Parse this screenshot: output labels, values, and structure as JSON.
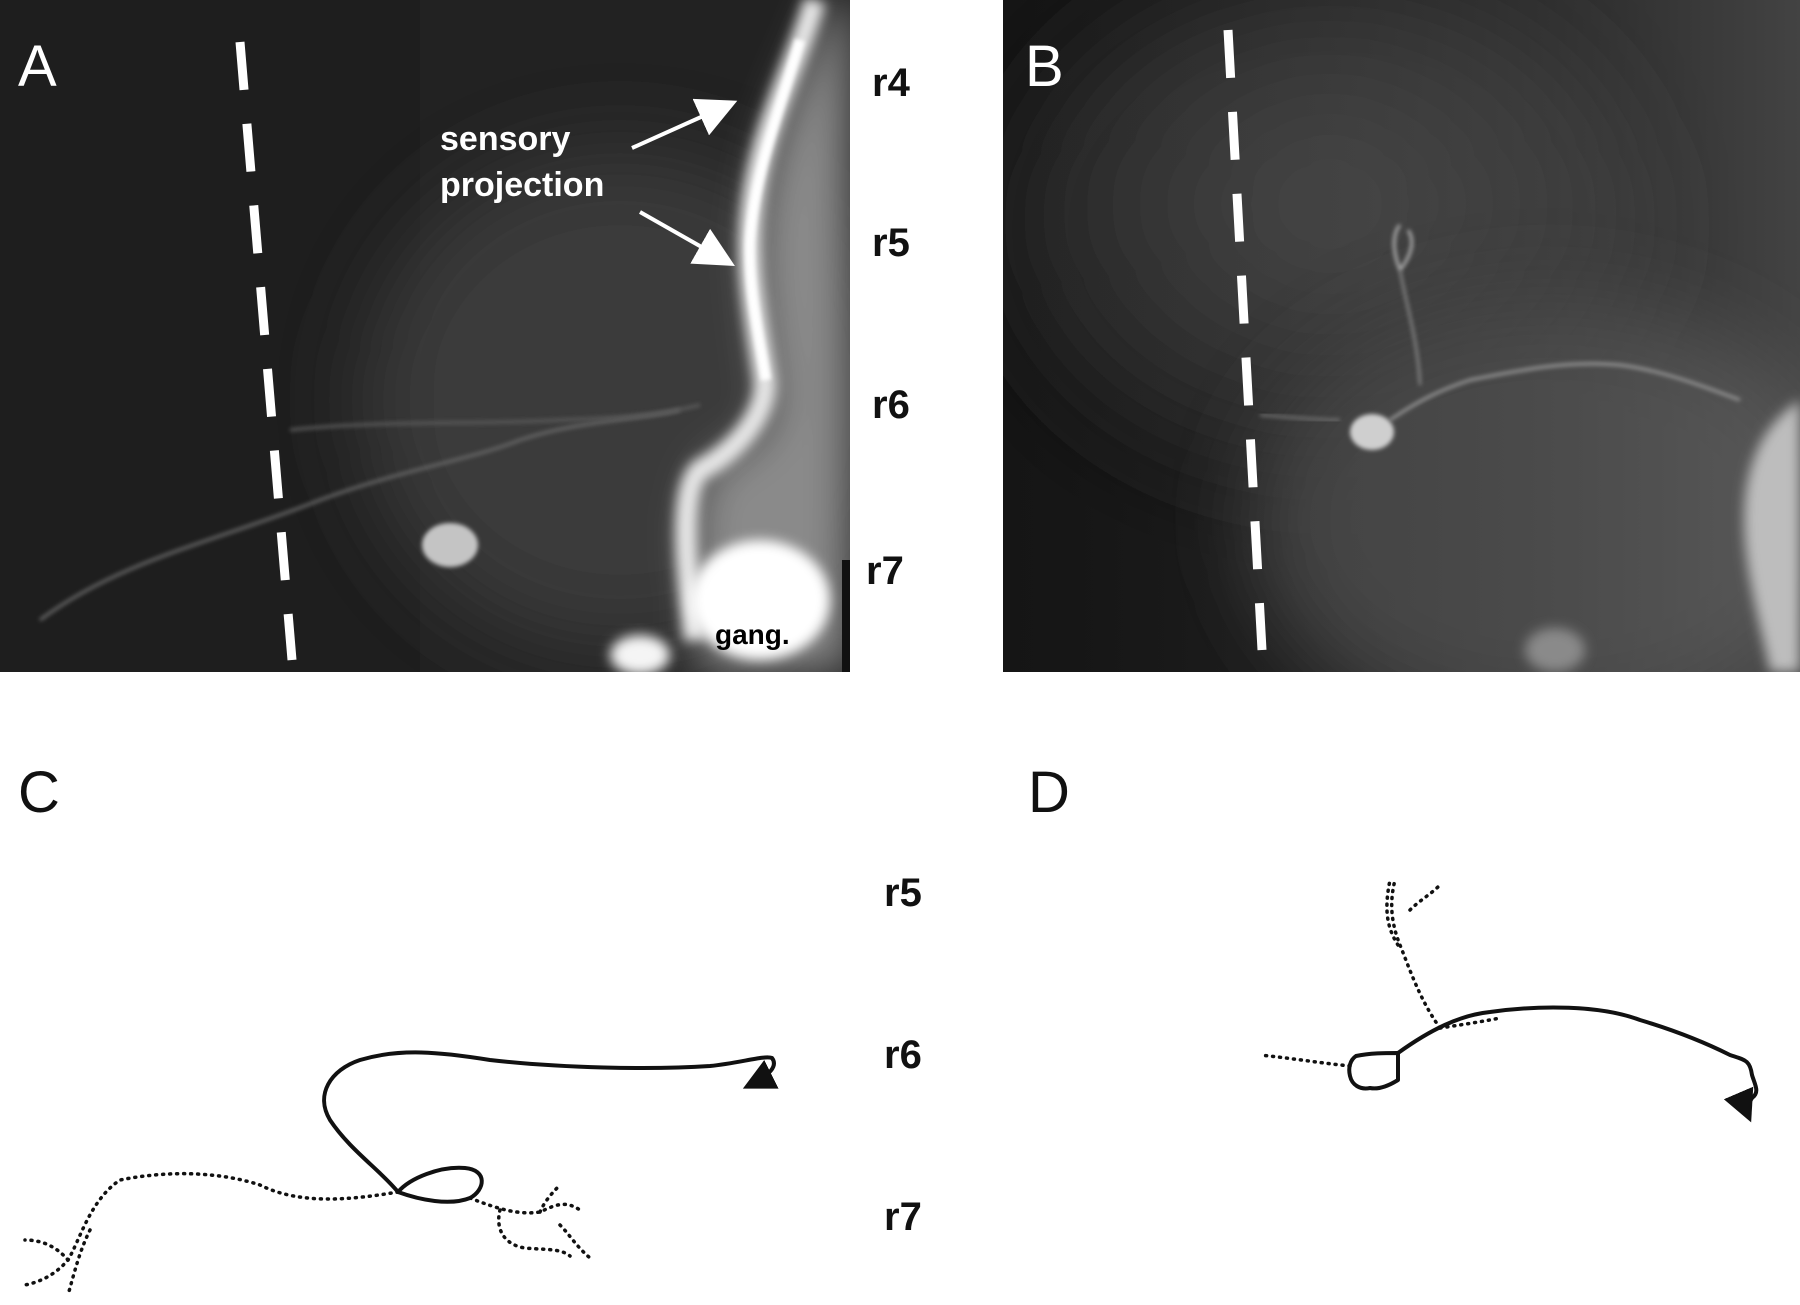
{
  "panels": {
    "a": {
      "letter": "A"
    },
    "b": {
      "letter": "B"
    },
    "c": {
      "letter": "C"
    },
    "d": {
      "letter": "D"
    }
  },
  "rhombomeres_top": [
    "r4",
    "r5",
    "r6",
    "r7"
  ],
  "rhombomeres_bottom": [
    "r5",
    "r6",
    "r7"
  ],
  "annotations": {
    "sensory_line1": "sensory",
    "sensory_line2": "projection",
    "ganglion": "gang."
  }
}
